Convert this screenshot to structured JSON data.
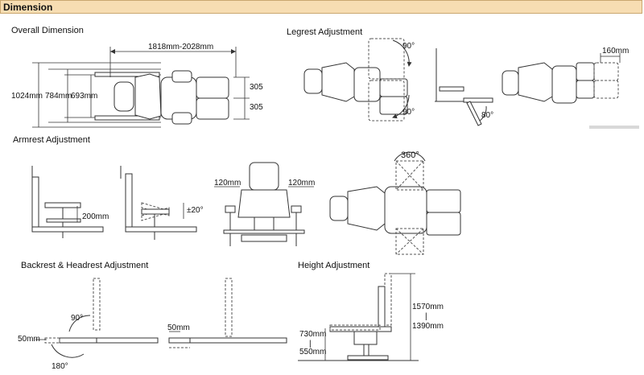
{
  "header": {
    "title": "Dimension"
  },
  "sections": {
    "overall": "Overall Dimension",
    "legrest": "Legrest Adjustment",
    "armrest": "Armrest Adjustment",
    "backrest": "Backrest & Headrest Adjustment",
    "height": "Height Adjustment"
  },
  "dims": {
    "length": "1818mm-2028mm",
    "width_total": "1024mm",
    "width_mid": "784mm",
    "width_seat": "693mm",
    "pad_top": "305",
    "pad_bottom": "305",
    "leg_angle_top": "90°",
    "leg_angle_bottom": "90°",
    "leg_side_angle": "80°",
    "leg_extend": "160mm",
    "arm_height": "200mm",
    "arm_tilt": "±20°",
    "arm_left_width": "120mm",
    "arm_right_width": "120mm",
    "arm_rotate": "360°",
    "back_angle_90": "90°",
    "back_angle_180": "180°",
    "head_extend_1": "50mm",
    "head_extend_2": "50mm",
    "seat_high": "730mm",
    "seat_low": "550mm",
    "top_high": "1570mm",
    "top_low": "1390mm",
    "range_sep_left": "|",
    "range_sep_right": "|"
  }
}
